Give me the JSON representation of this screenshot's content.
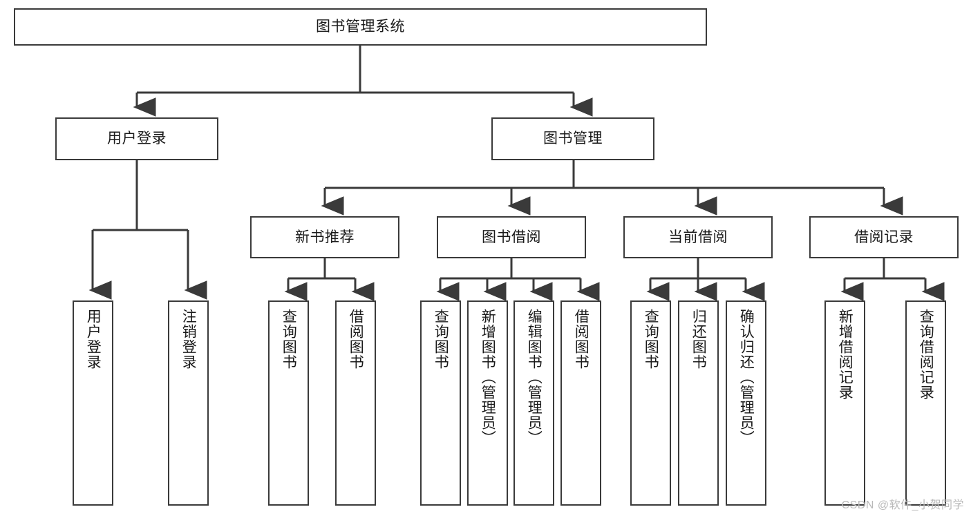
{
  "diagram": {
    "type": "tree-hierarchy",
    "title": "图书管理系统",
    "root": {
      "label": "图书管理系统"
    },
    "level2": [
      {
        "id": "user-login",
        "label": "用户登录"
      },
      {
        "id": "book-manage",
        "label": "图书管理"
      }
    ],
    "level3": [
      {
        "id": "new-book-rec",
        "label": "新书推荐"
      },
      {
        "id": "book-borrow",
        "label": "图书借阅"
      },
      {
        "id": "current-borrow",
        "label": "当前借阅"
      },
      {
        "id": "borrow-record",
        "label": "借阅记录"
      }
    ],
    "leaves": {
      "user_login": [
        {
          "id": "leaf-user-login",
          "label": "用户登录"
        },
        {
          "id": "leaf-logout",
          "label": "注销登录"
        }
      ],
      "new_book_rec": [
        {
          "id": "leaf-query-book-1",
          "label": "查询图书"
        },
        {
          "id": "leaf-borrow-book-1",
          "label": "借阅图书"
        }
      ],
      "book_borrow": [
        {
          "id": "leaf-query-book-2",
          "label": "查询图书"
        },
        {
          "id": "leaf-add-book",
          "label": "新增图书（管理员）"
        },
        {
          "id": "leaf-edit-book",
          "label": "编辑图书（管理员）"
        },
        {
          "id": "leaf-borrow-book-2",
          "label": "借阅图书"
        }
      ],
      "current_borrow": [
        {
          "id": "leaf-query-book-3",
          "label": "查询图书"
        },
        {
          "id": "leaf-return-book",
          "label": "归还图书"
        },
        {
          "id": "leaf-confirm-return",
          "label": "确认归还（管理员）"
        }
      ],
      "borrow_record": [
        {
          "id": "leaf-add-record",
          "label": "新增借阅记录"
        },
        {
          "id": "leaf-query-record",
          "label": "查询借阅记录"
        }
      ]
    },
    "colors": {
      "stroke": "#3a3a3a",
      "fill": "#ffffff",
      "text": "#1a1a1a",
      "watermark": "#b9b9b9"
    }
  },
  "watermark": {
    "text": "CSDN @软件_小贺同学"
  }
}
